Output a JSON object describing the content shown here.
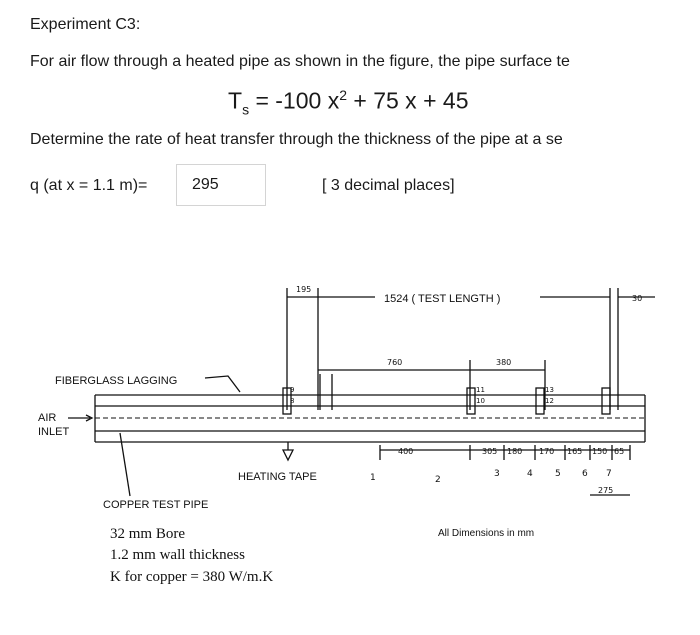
{
  "question": {
    "title": "Experiment C3:",
    "intro": "For air flow through a heated pipe as shown in the figure, the pipe surface te",
    "equation": {
      "lhs": "T",
      "sub": "s",
      "rhs_a": " = -100 x",
      "sup": "2",
      "rhs_b": " + 75 x + 45"
    },
    "determine": "Determine the rate of heat transfer through the thickness of the pipe at a se",
    "q_label": "q (at x = 1.1 m)=",
    "answer_value": "295",
    "precision_note": "[ 3 decimal places]"
  },
  "figure": {
    "dim_195": "195",
    "test_length": "1524  (  TEST  LENGTH  )",
    "dim_30": "30",
    "dim_760": "760",
    "dim_380": "380",
    "fiberglass": "FIBERGLASS  LAGGING",
    "air": "AIR",
    "inlet": "INLET",
    "dim_400": "400",
    "dim_305": "305",
    "dim_180": "180",
    "dim_170": "170",
    "dim_165": "165",
    "dim_150": "150",
    "dim_65": "65",
    "heating_tape": "HEATING  TAPE",
    "station_1": "1",
    "station_2": "2",
    "station_3": "3",
    "station_4": "4",
    "station_5": "5",
    "station_6": "6",
    "station_7": "7",
    "dim_275": "275",
    "copper_pipe": "COPPER  TEST  PIPE",
    "bore": "32 mm Bore",
    "wall": "1.2 mm wall thickness",
    "conductivity": "K for copper = 380 W/m.K",
    "units_note": "All  Dimensions  in   mm",
    "tc_9": "9",
    "tc_8": "8",
    "tc_11": "11",
    "tc_10": "10",
    "tc_13": "13",
    "tc_12": "12"
  }
}
